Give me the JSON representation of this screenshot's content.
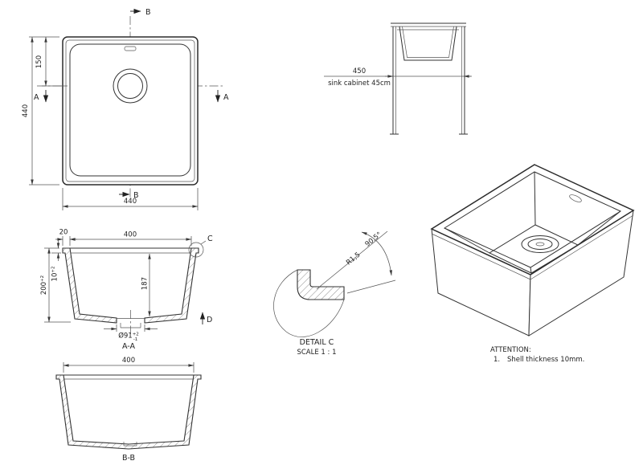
{
  "plan": {
    "dim_height": "440",
    "dim_drain_offset": "150",
    "dim_width": "440",
    "marker_a": "A",
    "marker_b": "B"
  },
  "side": {
    "dim_width": "450",
    "note": "sink cabinet 45cm"
  },
  "section_a": {
    "title": "A-A",
    "dim_width": "400",
    "dim_flange": "20",
    "dim_depth": "200",
    "dim_depth_tol": "+2",
    "dim_shell": "10",
    "dim_shell_tol": "+2",
    "dim_inner_depth": "187",
    "dim_drain": "Ø91",
    "dim_drain_tol_plus": "+2",
    "dim_drain_tol_minus": "-1",
    "marker_c": "C",
    "marker_d": "D"
  },
  "detail_c": {
    "title": "DETAIL C",
    "scale": "SCALE 1 : 1",
    "radius": "R1,5",
    "angle": "90.5°"
  },
  "section_b": {
    "title": "B-B",
    "dim_width": "400"
  },
  "attention": {
    "title": "ATTENTION:",
    "item1_num": "1.",
    "item1_text": "Shell thickness 10mm."
  }
}
